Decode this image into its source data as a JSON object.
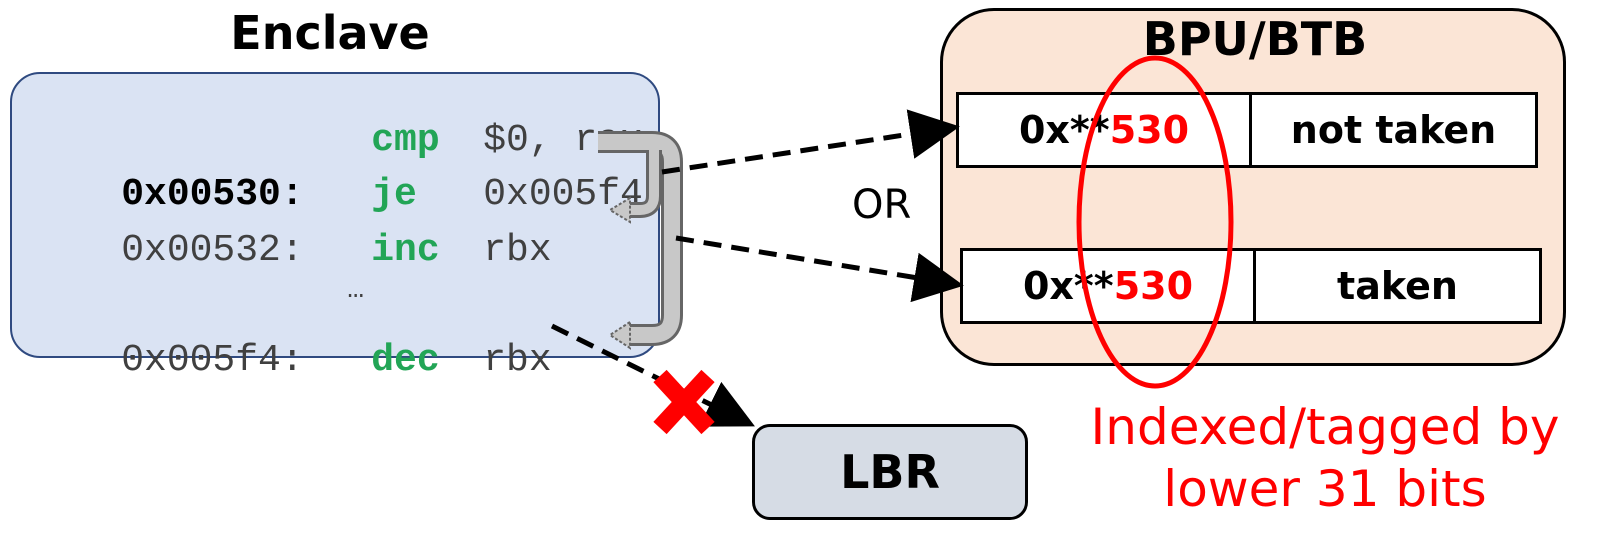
{
  "enclave": {
    "title": "Enclave",
    "lines": [
      {
        "addr": "",
        "op": "cmp",
        "args": "$0, rax"
      },
      {
        "addr": "0x00530:",
        "op": "je",
        "args": "0x005f4"
      },
      {
        "addr": "0x00532:",
        "op": "inc",
        "args": "rbx"
      },
      {
        "addr": "",
        "op": "",
        "args": "…"
      },
      {
        "addr": "0x005f4:",
        "op": "dec",
        "args": "rbx"
      }
    ]
  },
  "bpu": {
    "title": "BPU/BTB",
    "entries": [
      {
        "addr_prefix": "0x**",
        "addr_suffix": "530",
        "state": "not taken"
      },
      {
        "addr_prefix": "0x**",
        "addr_suffix": "530",
        "state": "taken"
      }
    ]
  },
  "or_label": "OR",
  "lbr_label": "LBR",
  "note": {
    "line1": "Indexed/tagged by",
    "line2": "lower 31 bits"
  },
  "colors": {
    "keyword": "#22a556",
    "highlight": "#ff0000",
    "enclave_fill": "#dae3f3",
    "bpu_fill": "#fbe5d6",
    "lbr_fill": "#d6dce5"
  }
}
